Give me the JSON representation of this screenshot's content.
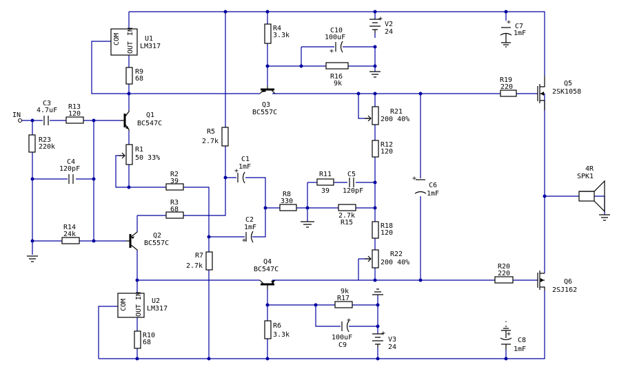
{
  "components": {
    "r1": {
      "name": "R1",
      "value": "50 33%"
    },
    "r2": {
      "name": "R2",
      "value": "39"
    },
    "r3": {
      "name": "R3",
      "value": "68"
    },
    "r4": {
      "name": "R4",
      "value": "3.3k"
    },
    "r5": {
      "name": "R5",
      "value": "2.7k"
    },
    "r6": {
      "name": "R6",
      "value": "3.3k"
    },
    "r7": {
      "name": "R7",
      "value": "2.7k"
    },
    "r8": {
      "name": "R8",
      "value": "330"
    },
    "r9": {
      "name": "R9",
      "value": "68"
    },
    "r10": {
      "name": "R10",
      "value": "68"
    },
    "r11": {
      "name": "R11",
      "value": "39"
    },
    "r12": {
      "name": "R12",
      "value": "120"
    },
    "r13": {
      "name": "R13",
      "value": "120"
    },
    "r14": {
      "name": "R14",
      "value": "24k"
    },
    "r15": {
      "name": "R15",
      "value": "2.7k"
    },
    "r16": {
      "name": "R16",
      "value": "9k"
    },
    "r17": {
      "name": "R17",
      "value": "9k"
    },
    "r18": {
      "name": "R18",
      "value": "120"
    },
    "r19": {
      "name": "R19",
      "value": "220"
    },
    "r20": {
      "name": "R20",
      "value": "220"
    },
    "r21": {
      "name": "R21",
      "value": "200 40%"
    },
    "r22": {
      "name": "R22",
      "value": "200 40%"
    },
    "r23": {
      "name": "R23",
      "value": "220k"
    },
    "c1": {
      "name": "C1",
      "value": "1mF"
    },
    "c2": {
      "name": "C2",
      "value": "1mF"
    },
    "c3": {
      "name": "C3",
      "value": "4.7uF"
    },
    "c4": {
      "name": "C4",
      "value": "120pF"
    },
    "c5": {
      "name": "C5",
      "value": "120pF"
    },
    "c6": {
      "name": "C6",
      "value": "1mF"
    },
    "c7": {
      "name": "C7",
      "value": "1mF"
    },
    "c8": {
      "name": "C8",
      "value": "1mF"
    },
    "c9": {
      "name": "C9",
      "value": "100uF"
    },
    "c10": {
      "name": "C10",
      "value": "100uF"
    },
    "q1": {
      "name": "Q1",
      "value": "BC547C"
    },
    "q2": {
      "name": "Q2",
      "value": "BC557C"
    },
    "q3": {
      "name": "Q3",
      "value": "BC557C"
    },
    "q4": {
      "name": "Q4",
      "value": "BC547C"
    },
    "q5": {
      "name": "Q5",
      "value": "2SK1058"
    },
    "q6": {
      "name": "Q6",
      "value": "2SJ162"
    },
    "u1": {
      "name": "U1",
      "value": "LM317"
    },
    "u2": {
      "name": "U2",
      "value": "LM317"
    },
    "v2": {
      "name": "V2",
      "value": "24"
    },
    "v3": {
      "name": "V3",
      "value": "24"
    },
    "spk1": {
      "name": "SPK1",
      "value": "4R"
    }
  },
  "pins": {
    "com": "COM",
    "in": "IN",
    "out": "OUT"
  },
  "input_label": "IN",
  "polarity": {
    "plus": "+",
    "minus": "-"
  }
}
